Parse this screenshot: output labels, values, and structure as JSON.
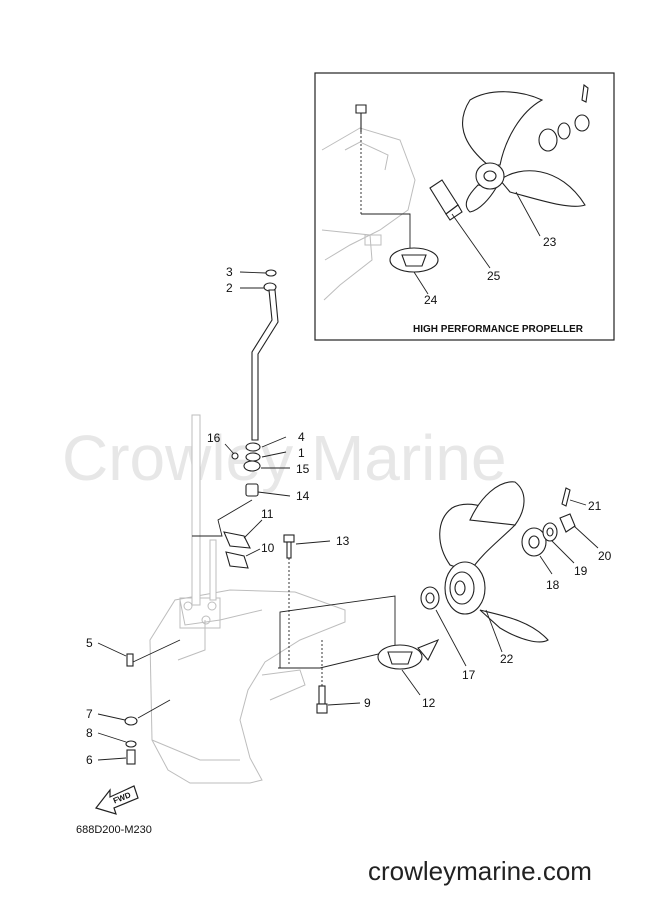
{
  "watermark": "Crowley Marine",
  "footer_url": "crowleymarine.com",
  "drawing_code": "688D200-M230",
  "fwd_label": "FWD",
  "inset_title": "HIGH PERFORMANCE PROPELLER",
  "callouts": {
    "c1": "1",
    "c2": "2",
    "c3": "3",
    "c4": "4",
    "c5": "5",
    "c6": "6",
    "c7": "7",
    "c8": "8",
    "c9": "9",
    "c10": "10",
    "c11": "11",
    "c12": "12",
    "c13": "13",
    "c14": "14",
    "c15": "15",
    "c16": "16",
    "c17": "17",
    "c18": "18",
    "c19": "19",
    "c20": "20",
    "c21": "21",
    "c22": "22",
    "c23": "23",
    "c24": "24",
    "c25": "25"
  }
}
